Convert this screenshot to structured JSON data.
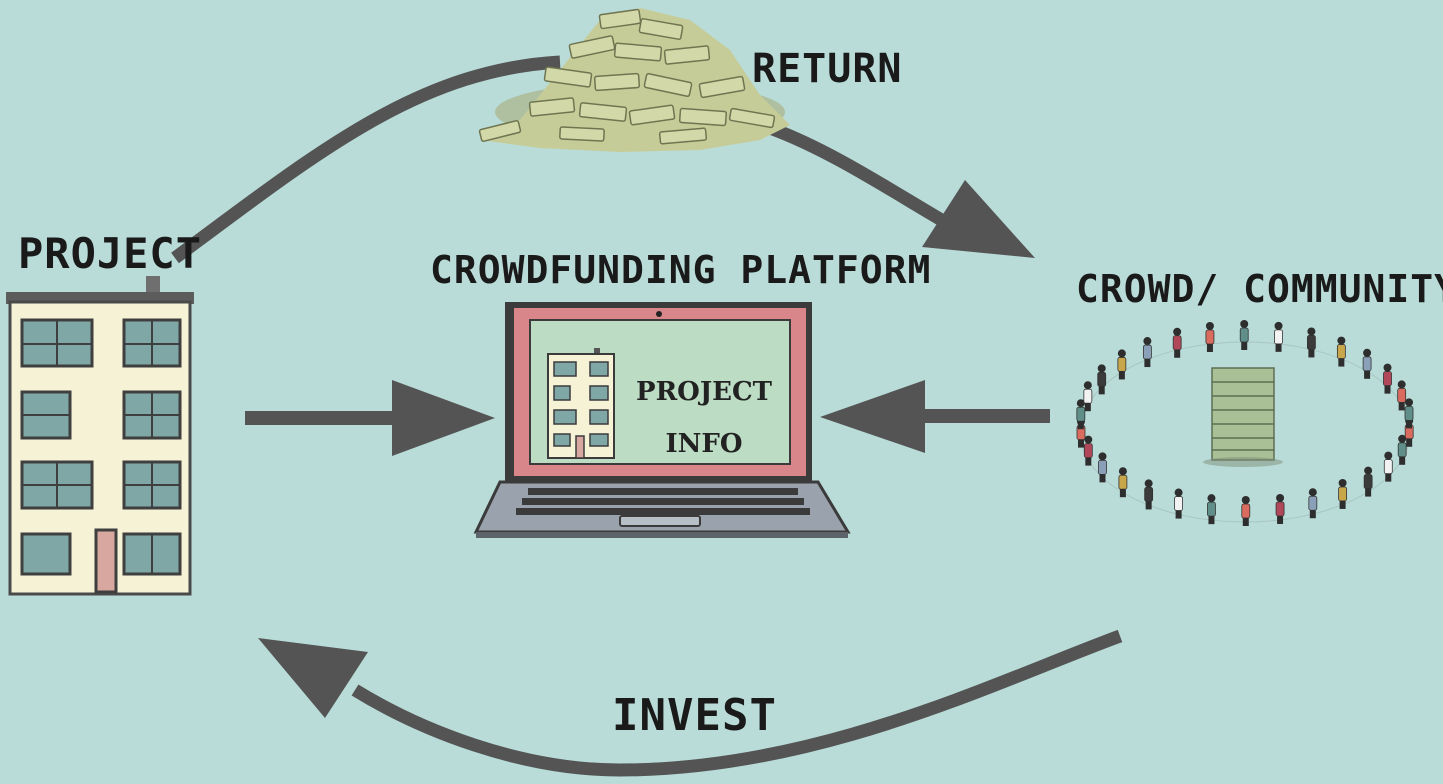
{
  "labels": {
    "project": "PROJECT",
    "platform": "CROWDFUNDING PLATFORM",
    "crowd": "CROWD/ COMMUNITY",
    "return": "RETURN",
    "invest": "INVEST"
  },
  "screen": {
    "line1": "PROJECT",
    "line2": "INFO"
  },
  "colors": {
    "background": "#b9dcd8",
    "arrow": "#545454",
    "building": "#f6f2d6",
    "screen_frame": "#d9868a",
    "screen": "#bcdcc4",
    "money": "#c9cf9a"
  }
}
